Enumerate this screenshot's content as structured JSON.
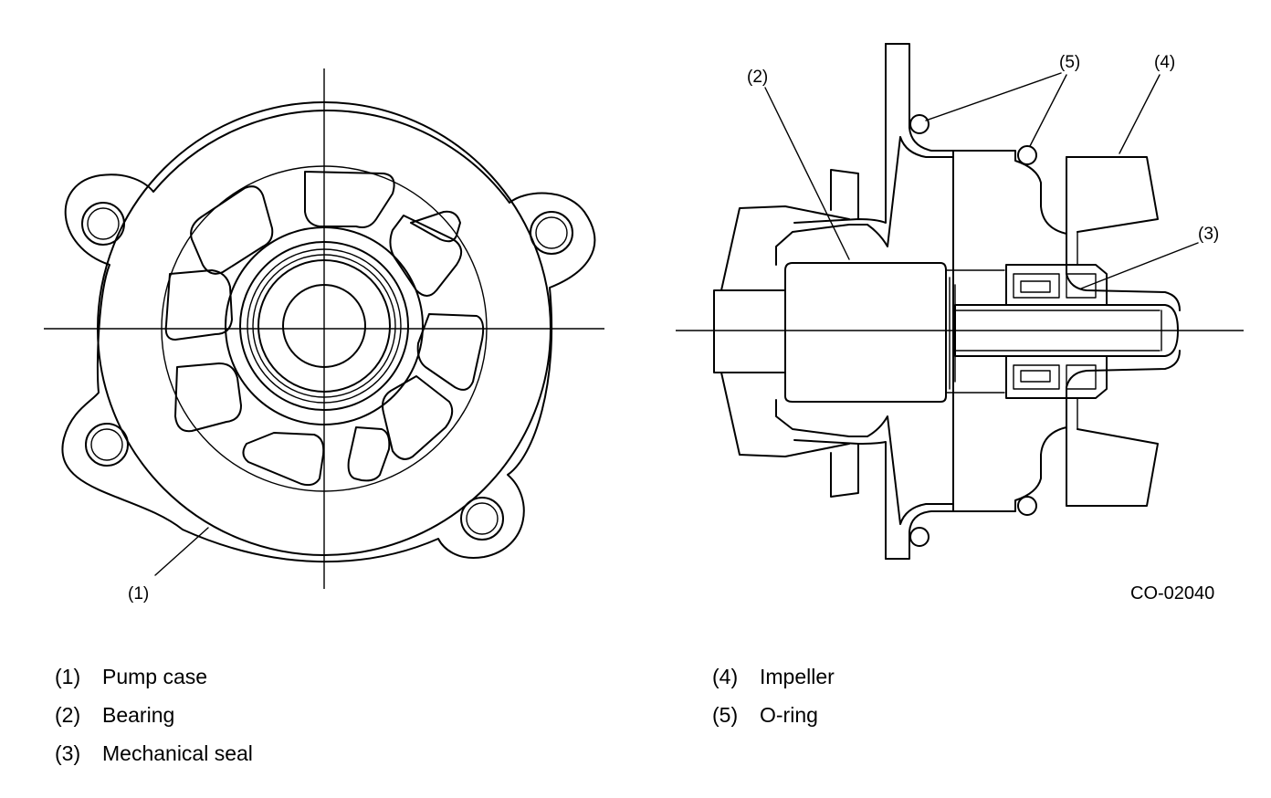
{
  "diagram": {
    "callouts": {
      "c1": "(1)",
      "c2": "(2)",
      "c3": "(3)",
      "c4": "(4)",
      "c5": "(5)"
    },
    "figure_code": "CO-02040"
  },
  "legend": {
    "left": [
      {
        "num": "(1)",
        "label": "Pump case"
      },
      {
        "num": "(2)",
        "label": "Bearing"
      },
      {
        "num": "(3)",
        "label": "Mechanical seal"
      }
    ],
    "right": [
      {
        "num": "(4)",
        "label": "Impeller"
      },
      {
        "num": "(5)",
        "label": "O-ring"
      }
    ]
  }
}
